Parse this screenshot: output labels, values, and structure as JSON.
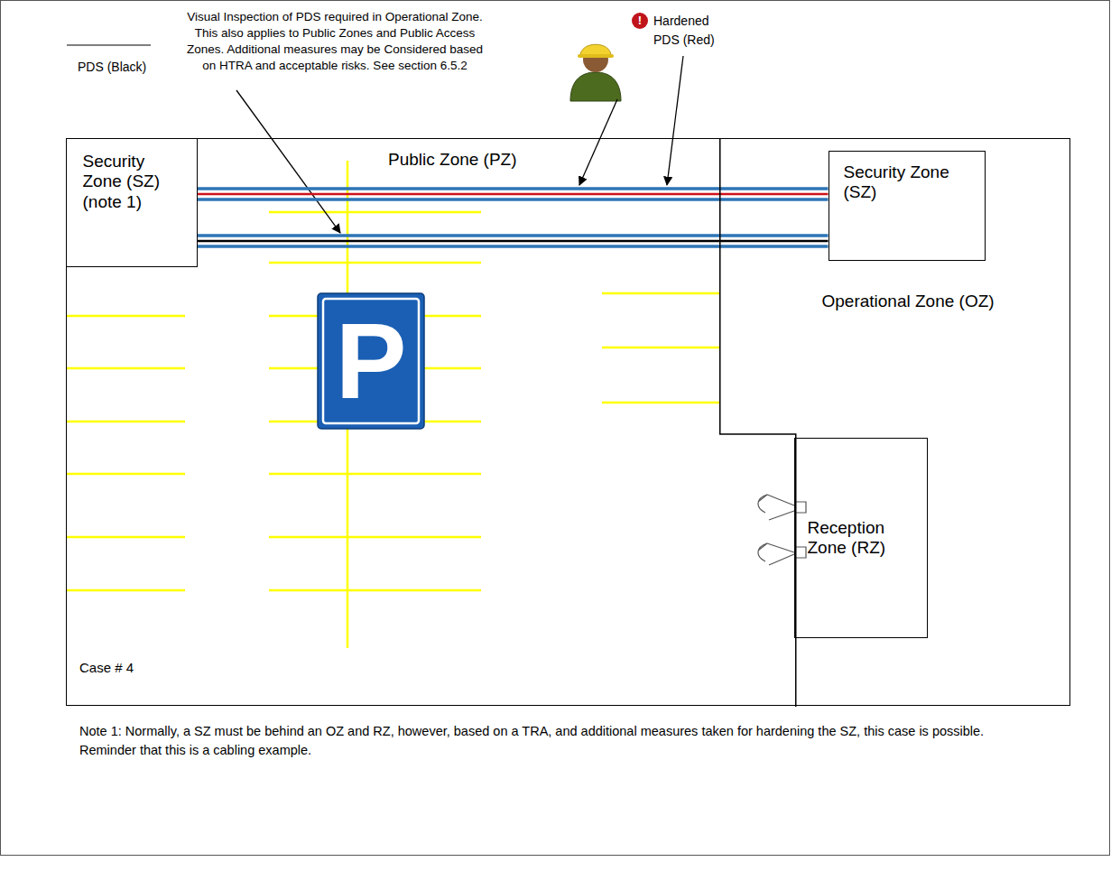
{
  "diagram": {
    "nodes": [
      {
        "text": [
          "Public Zone (PZ)"
        ]
      },
      {
        "text": [
          "Security Zone (SZ) (note 1)"
        ],
        "in": 0
      },
      {
        "text": [
          "Operational Zone (OZ)"
        ],
        "in": 0
      },
      {
        "text": [
          "Security Zone (SZ)"
        ],
        "in": 2
      },
      {
        "text": [
          "Reception Zone (RZ)"
        ],
        "in": 2
      }
    ],
    "edges": [
      {
        "from": 1,
        "to": 3,
        "arrow": "none"
      },
      {
        "from": 1,
        "to": 3,
        "arrow": "none"
      }
    ],
    "labels": [
      "PDS (Black)",
      "Visual Inspection of PDS required in Operational Zone. This also applies to Public Zones and Public Access Zones. Additional measures may be Considered based on HTRA and acceptable risks. See section 6.5.2",
      "!",
      "Hardened PDS (Red)",
      "P",
      "Case # 4",
      "Note 1: Normally, a SZ must be behind an OZ and RZ, however, based on a TRA, and additional measures taken for hardening the SZ, this case is possible. Reminder that this is a cabling example."
    ]
  }
}
